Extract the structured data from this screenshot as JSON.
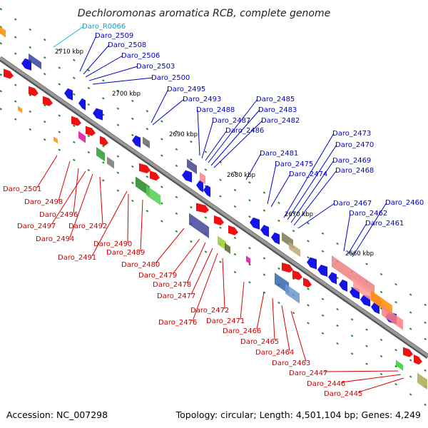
{
  "title": "Dechloromonas aromatica RCB, complete genome",
  "footer": {
    "accession": "Accession: NC_007298",
    "summary": "Topology: circular; Length: 4,501,104 bp; Genes: 4,249"
  },
  "colors": {
    "backbone": "#8a8a8a",
    "forward_label": "#0000cc",
    "reverse_label": "#cc0000",
    "rna_label": "#00aacc",
    "tick": "#228822"
  },
  "kbp_markers": [
    "2710 kbp",
    "2700 kbp",
    "2690 kbp",
    "2680 kbp",
    "2670 kbp",
    "2660 kbp"
  ],
  "labels_top": [
    "Daro_R0066",
    "Daro_2509",
    "Daro_2508",
    "Daro_2506",
    "Daro_2503",
    "Daro_2500",
    "Daro_2495",
    "Daro_2493",
    "Daro_2488",
    "Daro_2487",
    "Daro_2486",
    "Daro_2485",
    "Daro_2483",
    "Daro_2482",
    "Daro_2481",
    "Daro_2475",
    "Daro_2474",
    "Daro_2473",
    "Daro_2470",
    "Daro_2469",
    "Daro_2468",
    "Daro_2467",
    "Daro_2462",
    "Daro_2461",
    "Daro_2460"
  ],
  "labels_bottom": [
    "Daro_2501",
    "Daro_2498",
    "Daro_2496",
    "Daro_2497",
    "Daro_2494",
    "Daro_2492",
    "Daro_2491",
    "Daro_2490",
    "Daro_2489",
    "Daro_2480",
    "Daro_2479",
    "Daro_2478",
    "Daro_2477",
    "Daro_2476",
    "Daro_2472",
    "Daro_2471",
    "Daro_2466",
    "Daro_2465",
    "Daro_2464",
    "Daro_2463",
    "Daro_2447",
    "Daro_2446",
    "Daro_2445"
  ]
}
